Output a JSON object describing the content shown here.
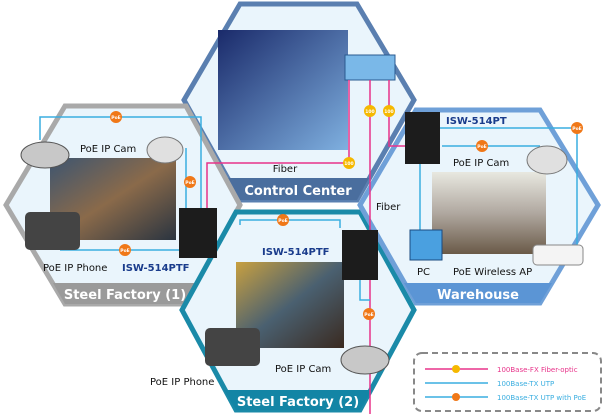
{
  "zones": {
    "control_center": "Control Center",
    "steel_factory_1": "Steel Factory (1)",
    "steel_factory_2": "Steel Factory (2)",
    "warehouse": "Warehouse"
  },
  "labels": {
    "fiber_top": "Fiber",
    "fiber_right": "Fiber",
    "sf1_cam": "PoE IP Cam",
    "sf1_phone": "PoE IP Phone",
    "sf1_switch": "ISW-514PTF",
    "sf2_switch": "ISW-514PTF",
    "sf2_phone": "PoE IP Phone",
    "sf2_cam": "PoE IP Cam",
    "wh_switch": "ISW-514PT",
    "wh_cam": "PoE IP Cam",
    "wh_pc": "PC",
    "wh_ap": "PoE Wireless AP"
  },
  "badges": {
    "fiber": "100",
    "poe": "PoE"
  },
  "legend": {
    "fiber": "100Base-FX Fiber-optic",
    "utp": "100Base-TX UTP",
    "utp_poe": "100Base-TX UTP with PoE"
  },
  "colors": {
    "fiber": "#e8338a",
    "utp": "#3aaee0",
    "poe_badge": "#f07818",
    "fiber_badge": "#f5b800"
  }
}
